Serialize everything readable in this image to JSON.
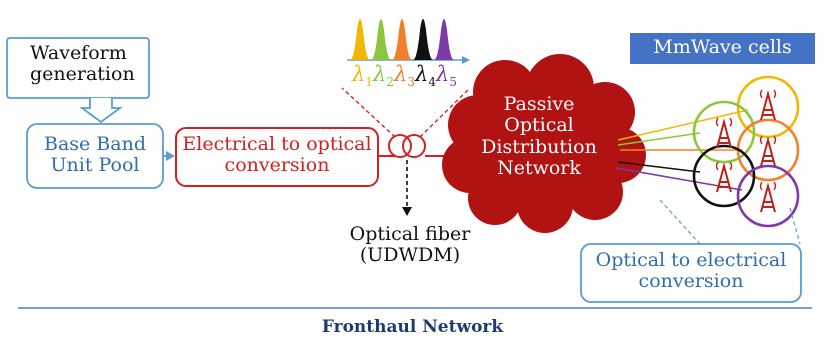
{
  "waveform_label": "Waveform generation",
  "bbu_label": "Base Band Unit Pool",
  "eo_label": "Electrical to optical conversion",
  "fiber_label": "Optical fiber (UDWDM)",
  "pod_label": "Passive Optical Distribution Network",
  "mmwave_label": "MmWave cells",
  "oe_label": "Optical to electrical conversion",
  "footer_label": "Fronthaul Network",
  "wavelengths": [
    {
      "sym": "λ",
      "sub": "1",
      "color": "#f2b705"
    },
    {
      "sym": "λ",
      "sub": "2",
      "color": "#8cc63f"
    },
    {
      "sym": "λ",
      "sub": "3",
      "color": "#f0812a"
    },
    {
      "sym": "λ",
      "sub": "4",
      "color": "#111111"
    },
    {
      "sym": "λ",
      "sub": "5",
      "color": "#7b3aa8"
    }
  ],
  "colors": {
    "blue": "#5b9bd5",
    "red": "#d42020",
    "cloud": "#b11212",
    "mmwave_box": "#4472c4",
    "divider": "#4a7fc8"
  }
}
